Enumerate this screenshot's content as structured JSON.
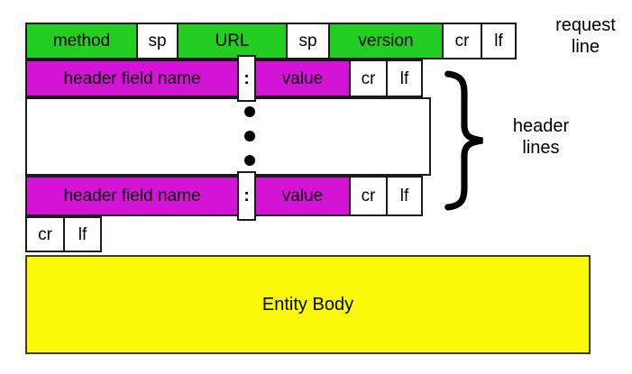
{
  "colors": {
    "green": "#22CE22",
    "magenta": "#D414D4",
    "yellow": "#FBFB09",
    "border": "#1A1A1A",
    "text": "#000000",
    "background": "#FFFFFF"
  },
  "request_line": {
    "cells": [
      {
        "label": "method"
      },
      {
        "label": "sp"
      },
      {
        "label": "URL"
      },
      {
        "label": "sp"
      },
      {
        "label": "version"
      },
      {
        "label": "cr"
      },
      {
        "label": "lf"
      }
    ],
    "annotation_lines": [
      "request",
      "line"
    ]
  },
  "header_row_top": {
    "cells": [
      {
        "label": "header field name"
      },
      {
        "label": ":"
      },
      {
        "label": "value"
      },
      {
        "label": "cr"
      },
      {
        "label": "lf"
      }
    ]
  },
  "header_row_bottom": {
    "cells": [
      {
        "label": "header field name"
      },
      {
        "label": ":"
      },
      {
        "label": "value"
      },
      {
        "label": "cr"
      },
      {
        "label": "lf"
      }
    ]
  },
  "header_annotation_lines": [
    "header",
    "lines"
  ],
  "blank_line_row": {
    "cells": [
      {
        "label": "cr"
      },
      {
        "label": "lf"
      }
    ]
  },
  "entity_body": {
    "label": "Entity Body"
  },
  "icons": {
    "vertical_ellipsis_dot": "•",
    "brace_right": "}"
  }
}
